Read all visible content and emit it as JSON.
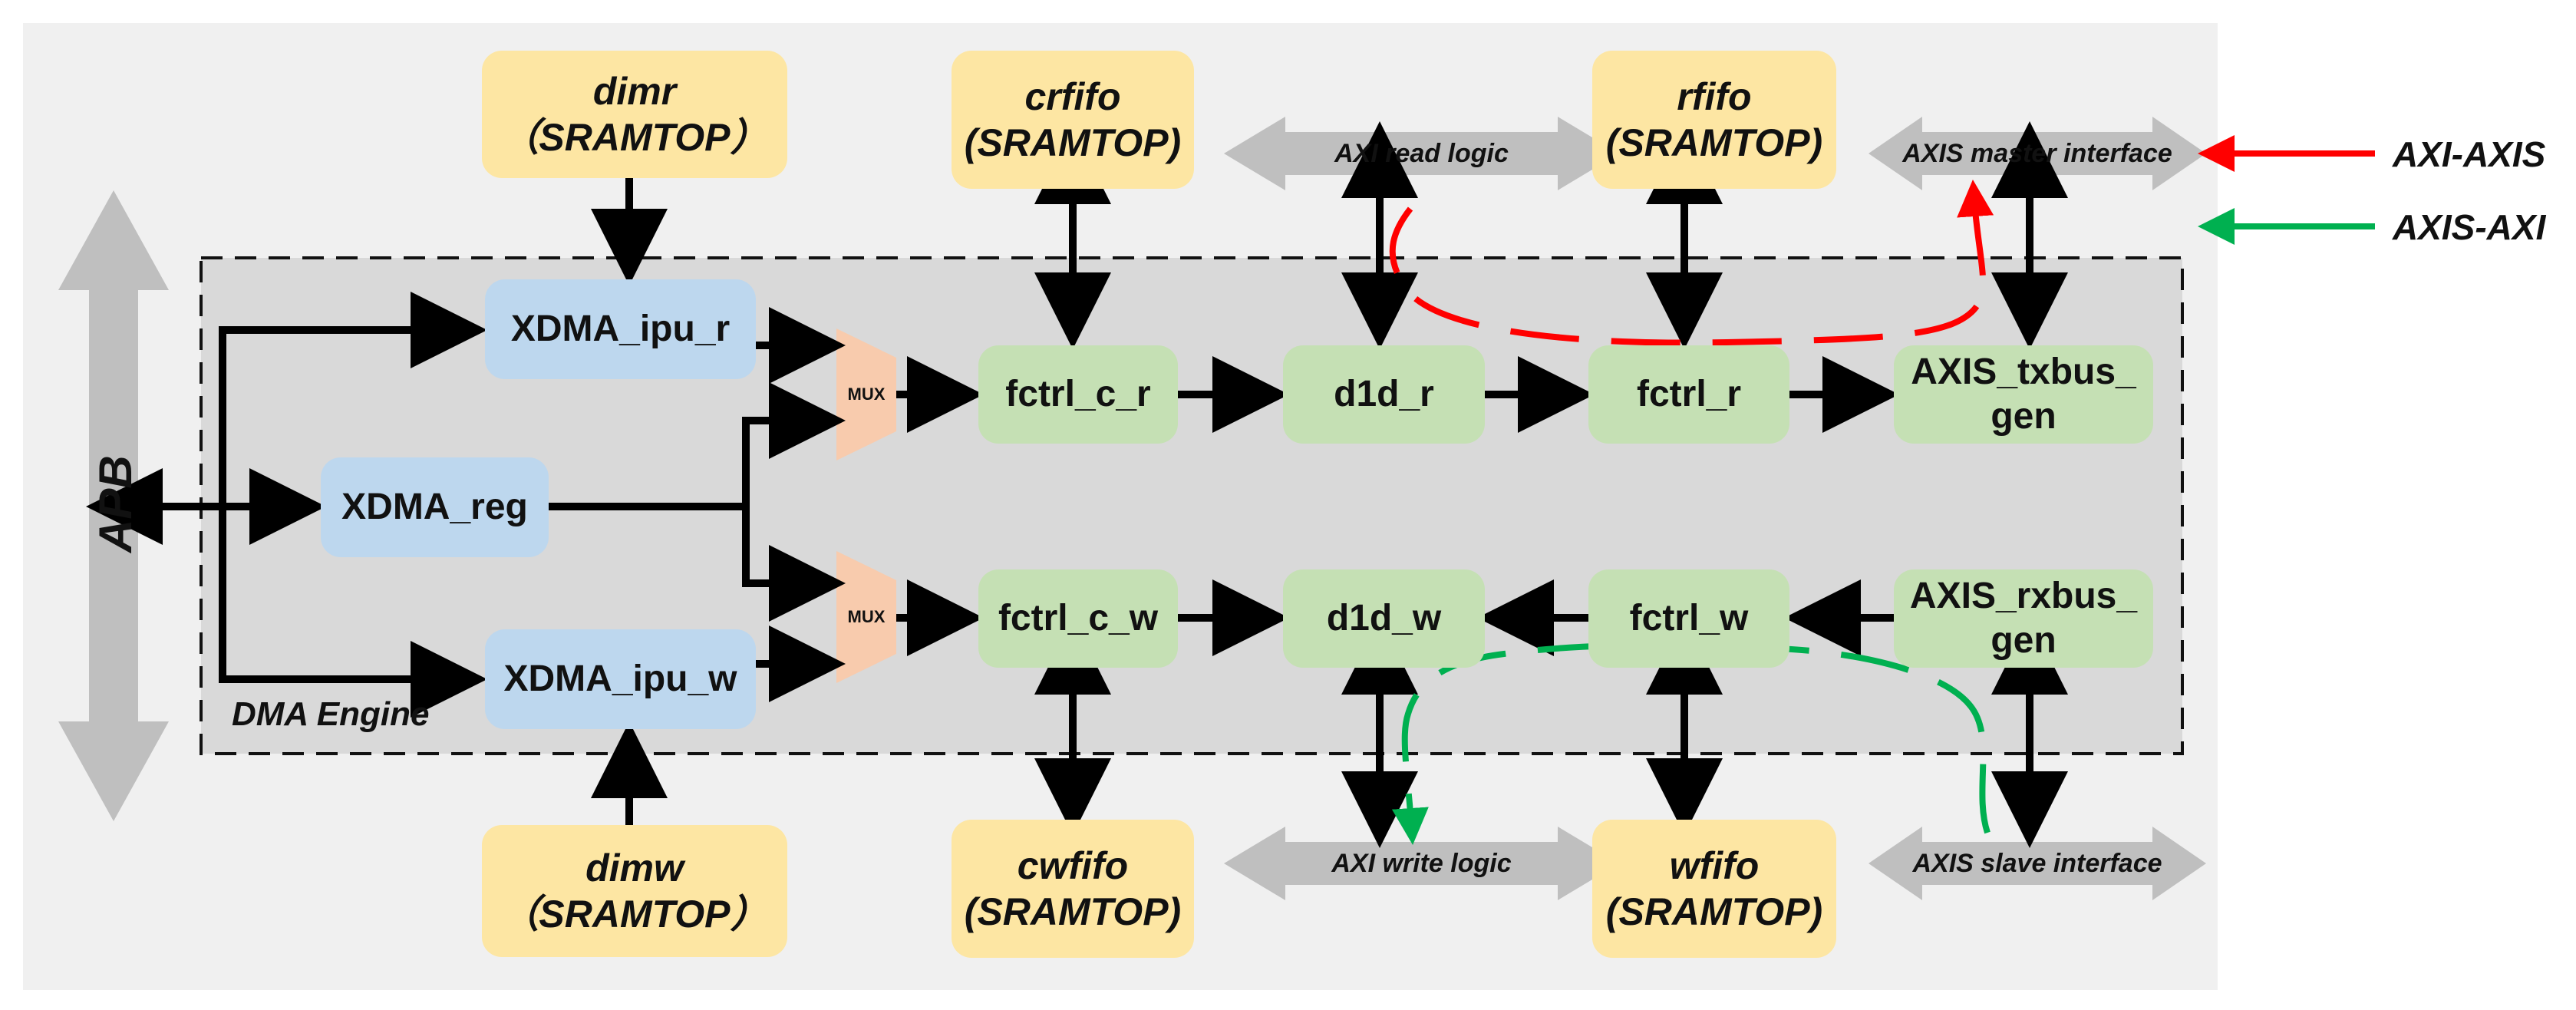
{
  "memories": {
    "dimr": {
      "name": "dimr",
      "sub": "（SRAMTOP）"
    },
    "crfifo": {
      "name": "crfifo",
      "sub": "(SRAMTOP)"
    },
    "rfifo": {
      "name": "rfifo",
      "sub": "(SRAMTOP)"
    },
    "dimw": {
      "name": "dimw",
      "sub": "（SRAMTOP）"
    },
    "cwfifo": {
      "name": "cwfifo",
      "sub": "(SRAMTOP)"
    },
    "wfifo": {
      "name": "wfifo",
      "sub": "(SRAMTOP)"
    }
  },
  "modules": {
    "xdma_ipu_r": "XDMA_ipu_r",
    "xdma_reg": "XDMA_reg",
    "xdma_ipu_w": "XDMA_ipu_w",
    "mux_top": "MUX",
    "mux_bottom": "MUX",
    "fctrl_c_r": "fctrl_c_r",
    "d1d_r": "d1d_r",
    "fctrl_r": "fctrl_r",
    "axis_txbus_gen": [
      "AXIS_txbus_",
      "gen"
    ],
    "fctrl_c_w": "fctrl_c_w",
    "d1d_w": "d1d_w",
    "fctrl_w": "fctrl_w",
    "axis_rxbus_gen": [
      "AXIS_rxbus_",
      "gen"
    ]
  },
  "buses": {
    "apb": "APB",
    "axi_read": "AXI read logic",
    "axis_master": "AXIS master interface",
    "axi_write": "AXI write logic",
    "axis_slave": "AXIS slave interface"
  },
  "engine_label": "DMA Engine",
  "legend": [
    {
      "label": "AXI-AXIS",
      "color": "#ff0000"
    },
    {
      "label": "AXIS-AXI",
      "color": "#00b050"
    }
  ],
  "colors": {
    "background_panel": "#f0f0f0",
    "engine_fill": "#d9d9d9",
    "memory": "#fde6a3",
    "module": "#c5e0b4",
    "control": "#bdd7ee",
    "mux": "#f8cbad",
    "bus_arrow": "#bfbfbf"
  }
}
